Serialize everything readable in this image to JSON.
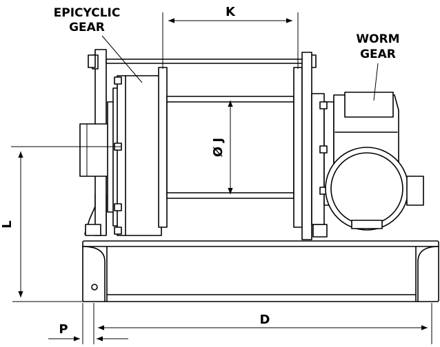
{
  "labels": {
    "epicyclic_line1": "EPICYCLIC",
    "epicyclic_line2": "GEAR",
    "worm_line1": "WORM",
    "worm_line2": "GEAR"
  },
  "dimensions": {
    "k": "K",
    "j": "Ø J",
    "l": "L",
    "d": "D",
    "p": "P"
  },
  "colors": {
    "line": "#000000",
    "background": "#ffffff"
  }
}
